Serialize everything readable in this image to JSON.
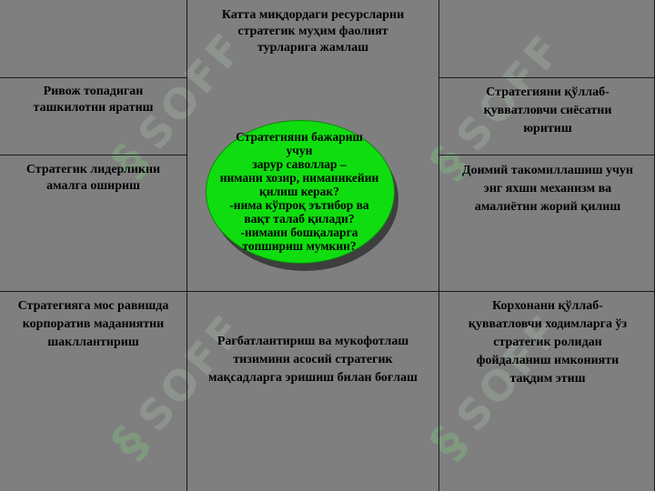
{
  "watermark": {
    "glyph": "§",
    "text": "SOFF"
  },
  "center": {
    "text": "Стратегияни бажариш\nучун\nзарур саволлар –\nнимани хозир, ниманикейин\nқилиш керак?\n-нима кўпроқ эътибор ва\nвақт талаб қилади?\n-нимани бошқаларга\nтопшириш мумкин?",
    "fill_color": "#10dd10"
  },
  "cells": {
    "top_center": "Катта миқдордаги ресурсларни\nстратегик муҳим фаолият\nтурларига жамлаш",
    "left_1": "Ривож топадиган\nташкилотни яратиш",
    "left_2": "Стратегик лидерликни\nамалга ошириш",
    "left_3": "Стратегияга мос равишда\nкорпоратив маданиятни\nшакллантириш",
    "right_1": "Стратегияни қўллаб-\nқувватловчи сиёсатни\nюритиш",
    "right_2": "Доимий такомиллашиш учун\nэнг яхши механизм ва\nамалиётни жорий қилиш",
    "right_3": "Корхонани қўллаб-\nқувватловчи ходимларга ўз\nстратегик ролидан\nфойдаланиш имконияти\nтақдим этиш",
    "bottom_center": "Рағбатлантириш ва мукофотлаш\nтизимини асосий стратегик\nмақсадларга эришиш билан боғлаш"
  }
}
